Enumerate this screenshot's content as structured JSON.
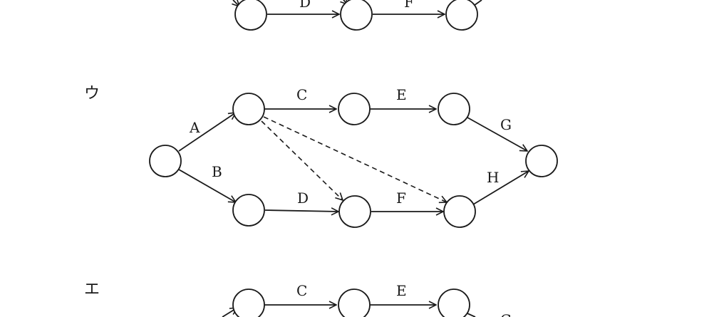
{
  "choices": [
    {
      "id": "top",
      "marker": "",
      "nodes": [
        "n_d_start",
        "n_d_end",
        "n_f_end"
      ],
      "edges": [
        {
          "label": "D",
          "from": "n_d_start",
          "to": "n_d_end",
          "dashed": false
        },
        {
          "label": "F",
          "from": "n_d_end",
          "to": "n_f_end",
          "dashed": false
        }
      ]
    },
    {
      "id": "u",
      "marker": "ウ",
      "nodes": [
        "s",
        "a",
        "b",
        "c",
        "d",
        "e",
        "f",
        "t"
      ],
      "edges": [
        {
          "label": "A",
          "from": "s",
          "to": "a",
          "dashed": false
        },
        {
          "label": "B",
          "from": "s",
          "to": "b",
          "dashed": false
        },
        {
          "label": "C",
          "from": "a",
          "to": "c",
          "dashed": false
        },
        {
          "label": "E",
          "from": "c",
          "to": "e",
          "dashed": false
        },
        {
          "label": "G",
          "from": "e",
          "to": "t",
          "dashed": false
        },
        {
          "label": "D",
          "from": "b",
          "to": "d",
          "dashed": false
        },
        {
          "label": "F",
          "from": "d",
          "to": "f",
          "dashed": false
        },
        {
          "label": "H",
          "from": "f",
          "to": "t",
          "dashed": false
        },
        {
          "label": "",
          "from": "a",
          "to": "d",
          "dashed": true
        },
        {
          "label": "",
          "from": "a",
          "to": "f",
          "dashed": true
        }
      ]
    },
    {
      "id": "e",
      "marker": "エ",
      "nodes": [
        "a2",
        "c2",
        "e2"
      ],
      "edges": [
        {
          "label": "C",
          "from": "a2",
          "to": "c2",
          "dashed": false
        },
        {
          "label": "E",
          "from": "c2",
          "to": "e2",
          "dashed": false
        },
        {
          "label": "G",
          "from": "e2",
          "to": "",
          "dashed": false
        }
      ]
    }
  ]
}
